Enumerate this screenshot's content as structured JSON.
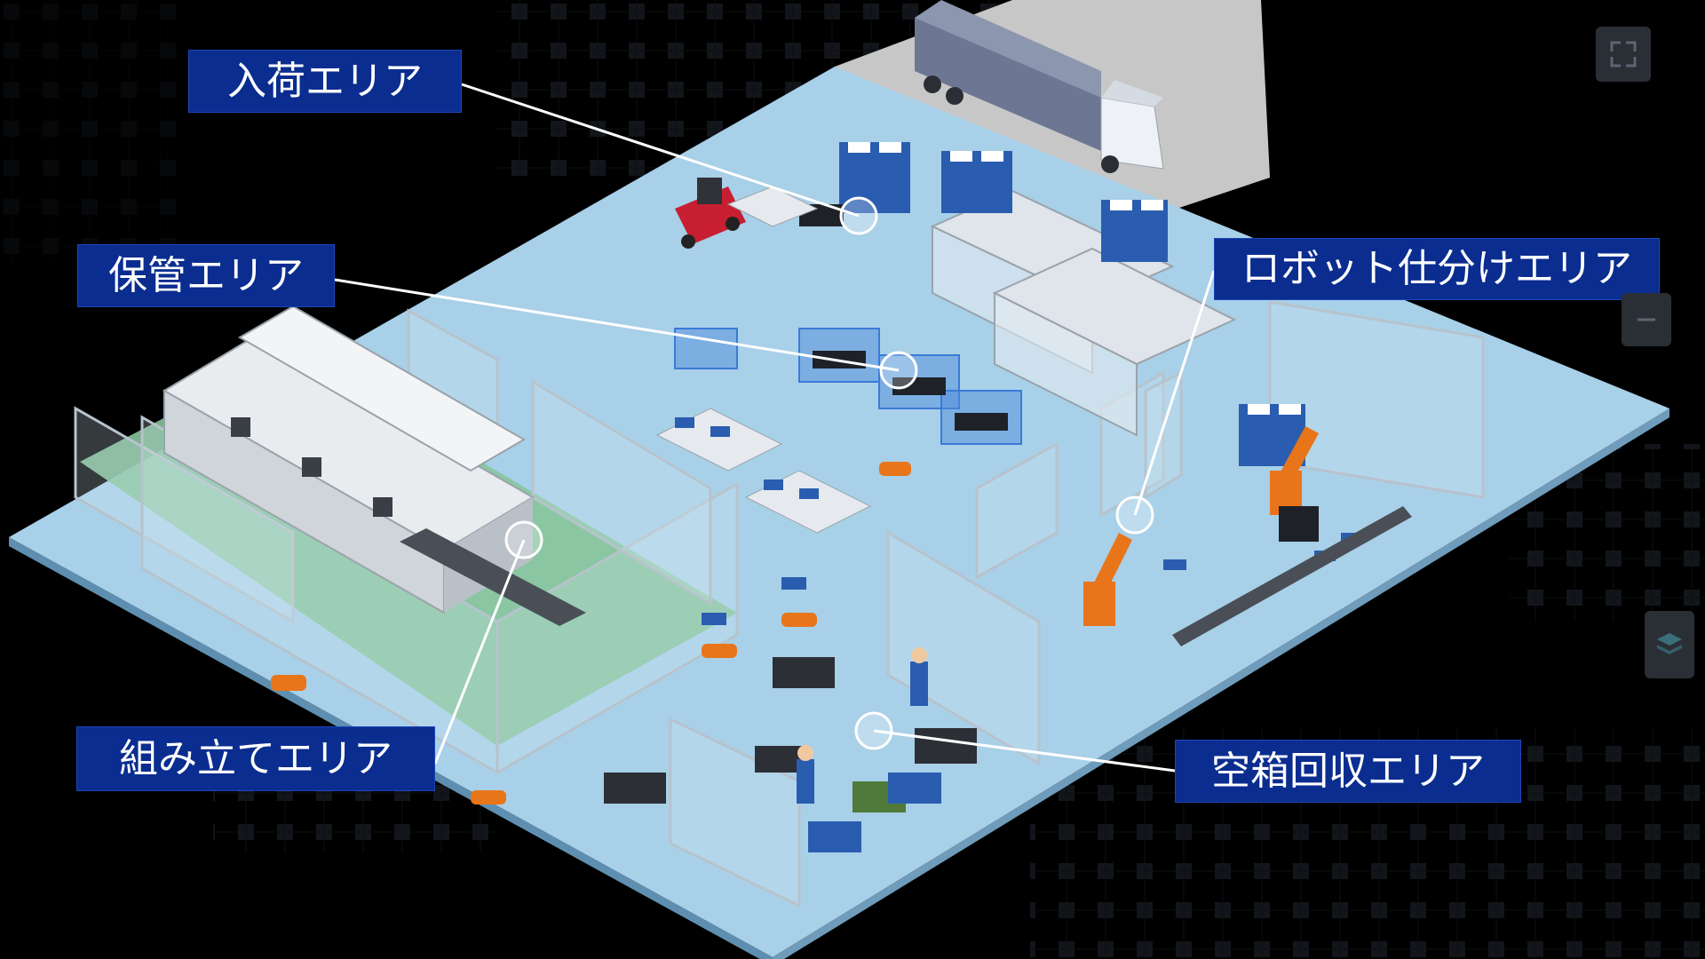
{
  "areas": {
    "receiving": "入荷エリア",
    "storage": "保管エリア",
    "robot_sorting": "ロボット仕分けエリア",
    "assembly": "組み立てエリア",
    "empty_box_collection": "空箱回収エリア"
  },
  "colors": {
    "background": "#000000",
    "floor": "#a8d0e8",
    "floor_edge": "#5f8fb0",
    "assembly_floor": "#86c49a",
    "label_bg": "#0a2d8f",
    "label_text": "#ffffff",
    "connector": "#ffffff",
    "robot_arm": "#e8751a",
    "truck_body": "#8c96ae",
    "forklift": "#c81e32"
  },
  "controls": {
    "expand": "expand-icon",
    "minimize": "minus-icon",
    "layers": "layers-icon"
  }
}
